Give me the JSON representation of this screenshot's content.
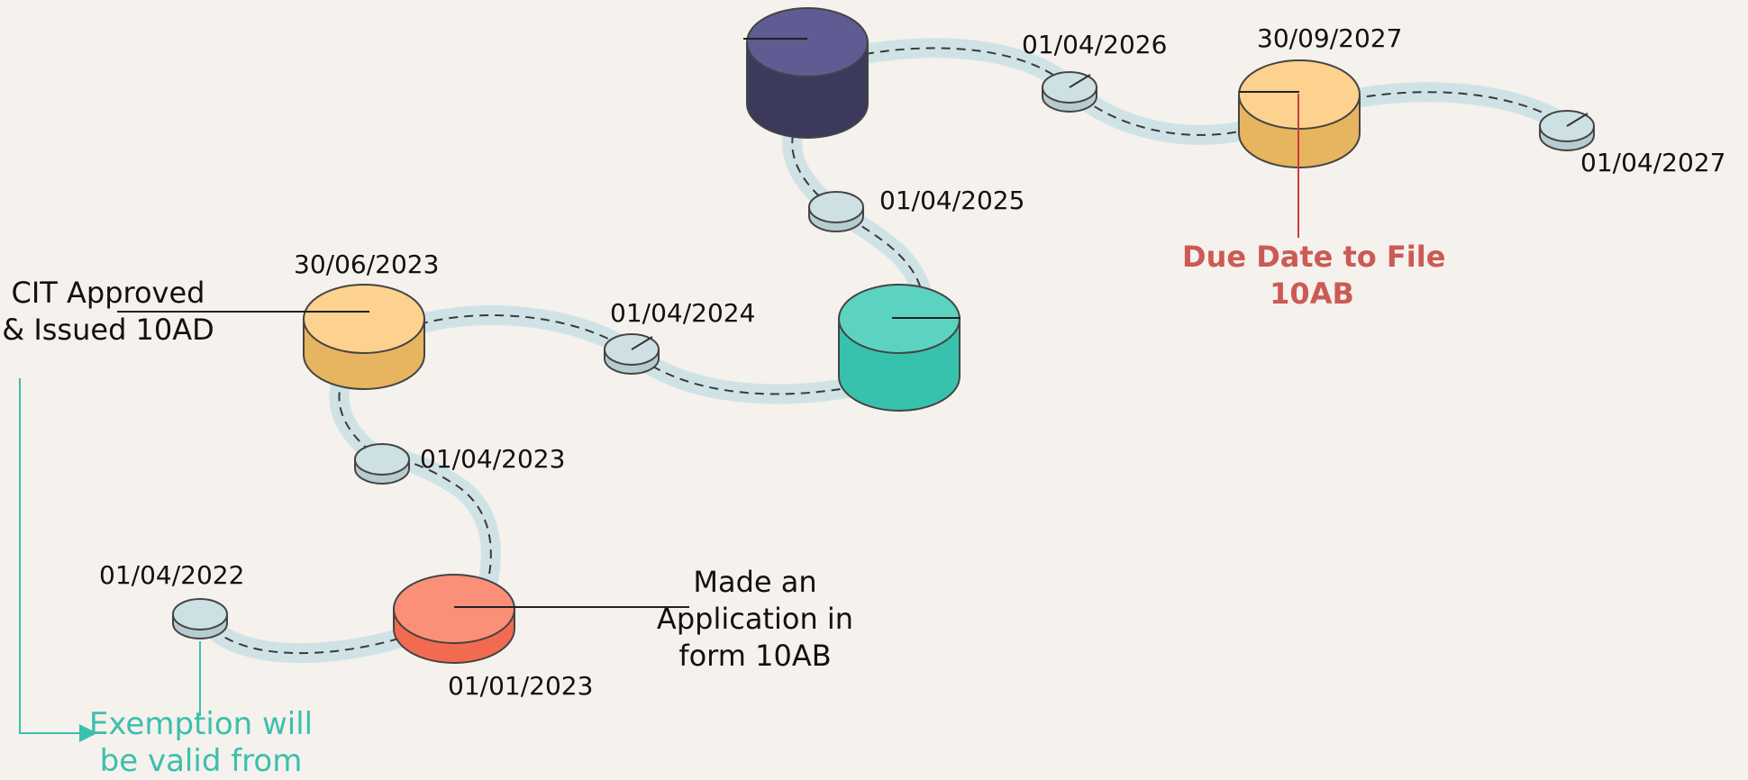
{
  "dates": {
    "apr_2022": "01/04/2022",
    "jan_2023": "01/01/2023",
    "apr_2023": "01/04/2023",
    "jun_2023": "30/06/2023",
    "apr_2024": "01/04/2024",
    "apr_2025": "01/04/2025",
    "apr_2026": "01/04/2026",
    "sep_2027": "30/09/2027",
    "apr_2027": "01/04/2027"
  },
  "notes": {
    "application": [
      "Made an",
      "Application in",
      "form 10AB"
    ],
    "cit_approved": [
      "CIT Approved",
      "& Issued 10AD"
    ],
    "due_date": [
      "Due Date to File",
      "10AB"
    ],
    "exemption": [
      "Exemption will",
      "be valid from"
    ]
  },
  "colors": {
    "background": "#f5f1ec",
    "road": "#cfe3e6",
    "small_disc": "#cde0e4",
    "orange": "#fcd28e",
    "coral": "#fb8f78",
    "teal": "#4fd0bc",
    "purple": "#5f5b93",
    "due_note": "#cc5a54",
    "exemption_note": "#3bbfae"
  }
}
